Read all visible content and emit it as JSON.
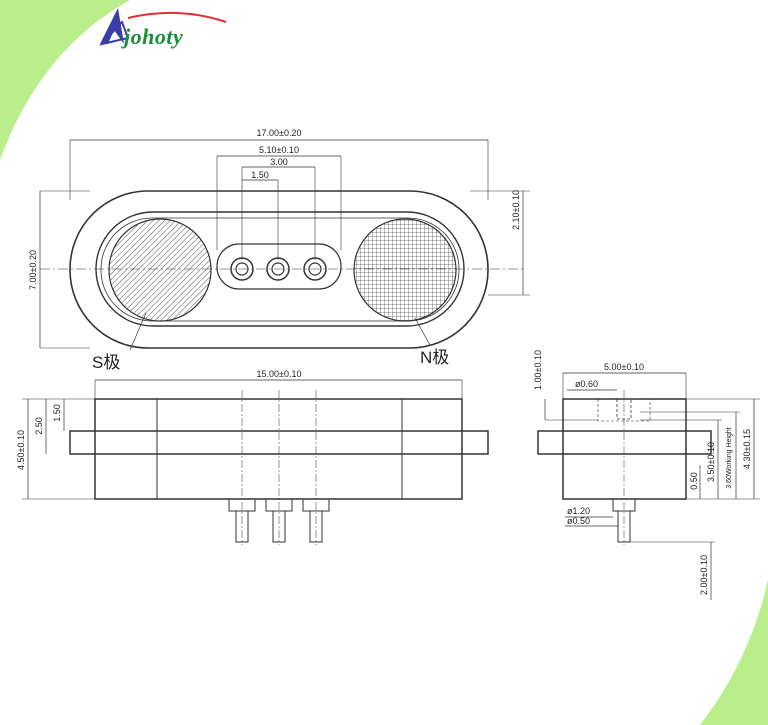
{
  "brand": {
    "name": "johoty",
    "accent_color": "#1a8f3a",
    "frame_color": "#b9ee8a"
  },
  "top_view": {
    "overall_length": "17.00±0.20",
    "pin_span": "5.10±0.10",
    "pitch_outer": "3.00",
    "pitch_inner": "1.50",
    "height_offset": "2.10±0.10",
    "overall_height": "7.00±0.20",
    "south_pole_label": "S极",
    "north_pole_label": "N极"
  },
  "front_view": {
    "body_length": "15.00±0.10",
    "flange_height": "2.50",
    "top_step": "1.50",
    "total_height": "4.50±0.10"
  },
  "side_view": {
    "top_depth": "1.00±0.10",
    "body_width": "5.00±0.10",
    "hole_dia": "ø0.60",
    "working_height": "3.60Working Height",
    "body_height": "4.30±0.15",
    "pin_height": "3.50±0.10",
    "pin_offset": "0.50",
    "pin_base_dia": "ø1.20",
    "pin_dia": "ø0.50",
    "pin_length": "2.00±0.10"
  }
}
